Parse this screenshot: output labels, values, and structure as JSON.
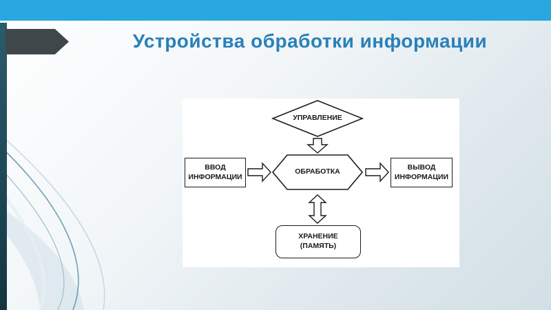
{
  "slide": {
    "title": "Устройства обработки информации"
  },
  "diagram": {
    "nodes": {
      "control": {
        "label": "УПРАВЛЕНИЕ",
        "shape": "diamond"
      },
      "processing": {
        "label": "ОБРАБОТКА",
        "shape": "hexagon"
      },
      "input": {
        "label": "ВВОД\nИНФОРМАЦИИ",
        "shape": "rectangle"
      },
      "output": {
        "label": "ВЫВОД\nИНФОРМАЦИИ",
        "shape": "rectangle"
      },
      "storage": {
        "label": "ХРАНЕНИЕ\n(ПАМЯТЬ)",
        "shape": "rounded-rectangle"
      }
    },
    "connections": [
      {
        "from": "control",
        "to": "processing",
        "type": "block-arrow-down"
      },
      {
        "from": "input",
        "to": "processing",
        "type": "block-arrow-right"
      },
      {
        "from": "processing",
        "to": "output",
        "type": "block-arrow-right"
      },
      {
        "from": "processing",
        "to": "storage",
        "type": "block-arrow-double-vertical"
      }
    ]
  },
  "colors": {
    "top_bar": "#29a8e0",
    "side_stripe": "#1c4654",
    "pennant": "#3f474b",
    "title_text": "#2980b9",
    "panel_bg": "#ffffff",
    "shape_stroke": "#1a1a1a",
    "swoosh_line": "#6f9fb5"
  }
}
